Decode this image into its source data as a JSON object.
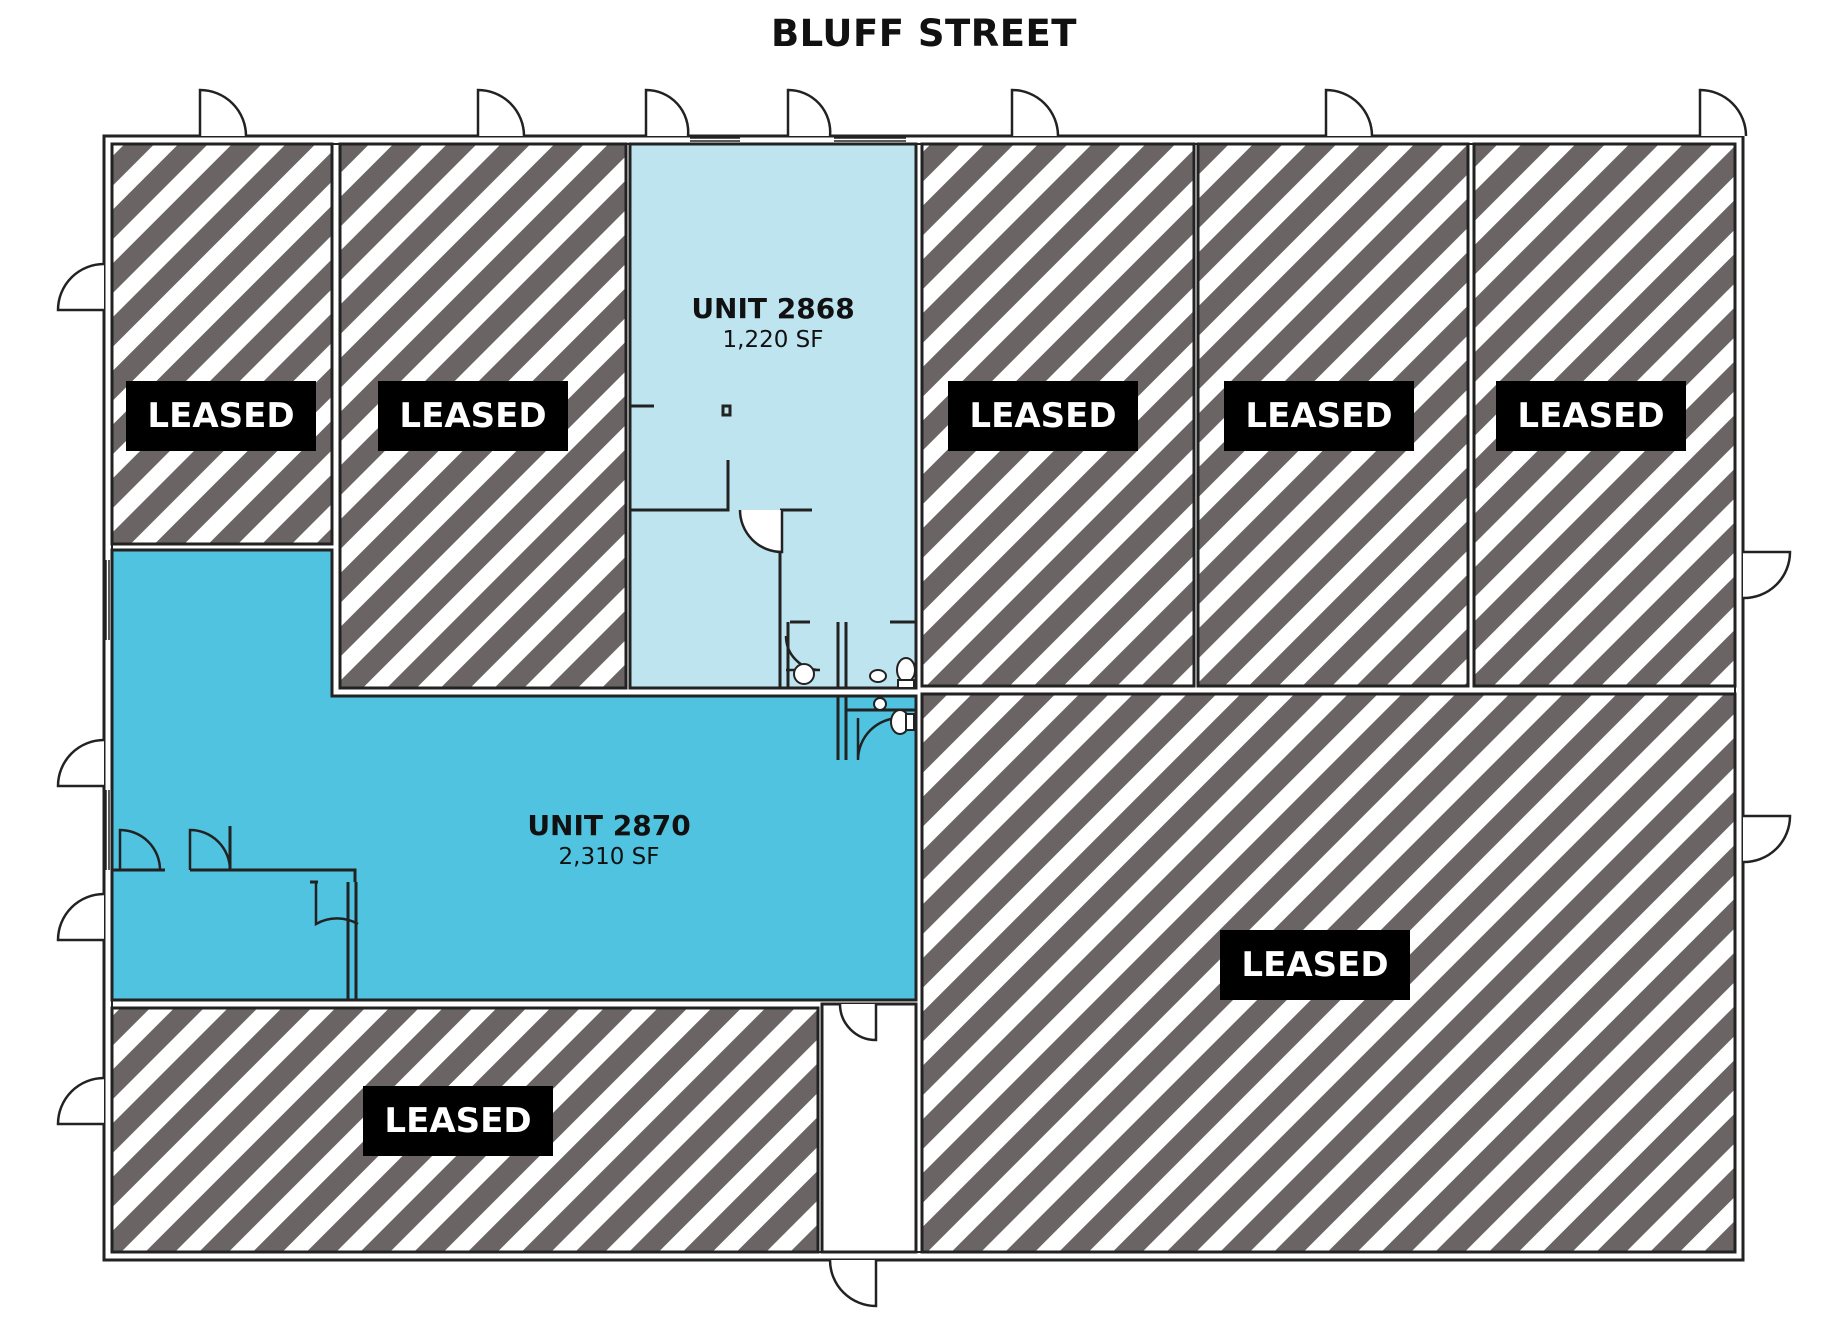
{
  "plan": {
    "street_name": "BLUFF STREET",
    "colors": {
      "hatch_dark": "#6b6465",
      "hatch_light": "#ffffff",
      "unit_2868_fill": "#bee4f0",
      "unit_2870_fill": "#4fc3df",
      "wall": "#222222",
      "badge_bg": "#000000",
      "badge_text": "#ffffff"
    },
    "leased_label": "LEASED",
    "leased_spaces": [
      {
        "id": "leased-1",
        "label": "LEASED"
      },
      {
        "id": "leased-2",
        "label": "LEASED"
      },
      {
        "id": "leased-3",
        "label": "LEASED"
      },
      {
        "id": "leased-4",
        "label": "LEASED"
      },
      {
        "id": "leased-5",
        "label": "LEASED"
      },
      {
        "id": "leased-6",
        "label": "LEASED"
      },
      {
        "id": "leased-7",
        "label": "LEASED"
      }
    ],
    "available_units": [
      {
        "id": "unit-2868",
        "name": "UNIT 2868",
        "area": "1,220 SF",
        "status": "available"
      },
      {
        "id": "unit-2870",
        "name": "UNIT 2870",
        "area": "2,310 SF",
        "status": "available"
      }
    ]
  }
}
